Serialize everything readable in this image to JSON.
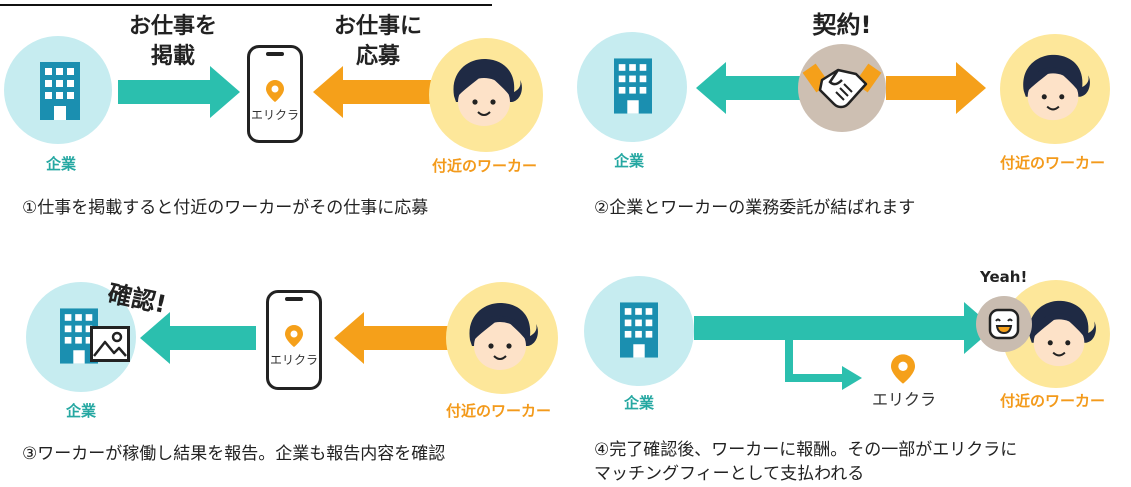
{
  "labels": {
    "company": "企業",
    "worker": "付近のワーカー",
    "brand": "エリクラ"
  },
  "panel1": {
    "arrow_left_text_line1": "お仕事を",
    "arrow_left_text_line2": "掲載",
    "arrow_right_text_line1": "お仕事に",
    "arrow_right_text_line2": "応募",
    "caption": "①仕事を掲載すると付近のワーカーがその仕事に応募"
  },
  "panel2": {
    "contract_text": "契約!",
    "caption": "②企業とワーカーの業務委託が結ばれます"
  },
  "panel3": {
    "confirm_text": "確認!",
    "caption": "③ワーカーが稼働し結果を報告。企業も報告内容を確認"
  },
  "panel4": {
    "yeah_text": "Yeah!",
    "caption_line1": "④完了確認後、ワーカーに報酬。その一部がエリクラに",
    "caption_line2": "マッチングフィーとして支払われる"
  },
  "colors": {
    "teal": "#2bbfae",
    "orange": "#f5a01a",
    "company_circle": "#c6ecf0",
    "worker_circle": "#fde79a",
    "building": "#1b8fb0"
  }
}
